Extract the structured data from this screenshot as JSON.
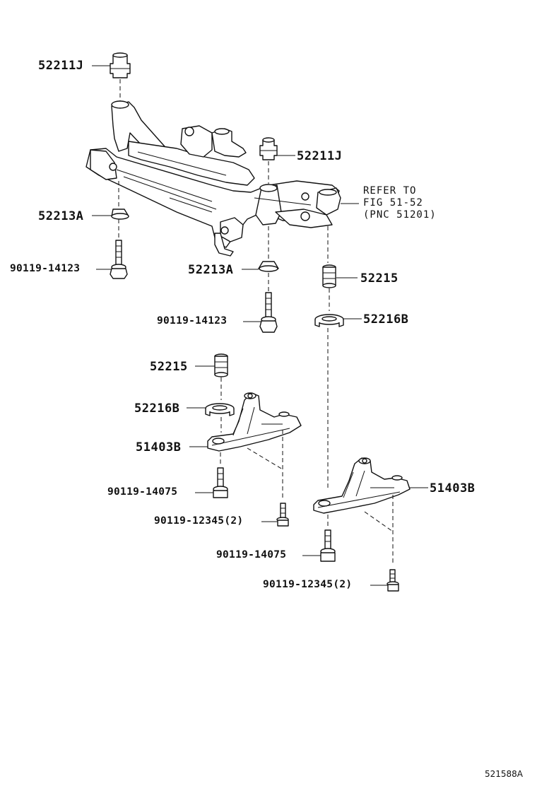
{
  "labels": {
    "bushing_top_left": "52211J",
    "bushing_top_mid": "52211J",
    "stopper_left": "52213A",
    "stopper_mid": "52213A",
    "bolt_left": "90119-14123",
    "bolt_mid": "90119-14123",
    "cushion_right": "52215",
    "retainer_right": "52216B",
    "cushion_left": "52215",
    "retainer_left": "52216B",
    "brace_left": "51403B",
    "brace_right": "51403B",
    "brace_bolt_left": "90119-14075",
    "brace_bolt_right": "90119-14075",
    "small_bolt_left": "90119-12345(2)",
    "small_bolt_right": "90119-12345(2)"
  },
  "reference": {
    "line1": "REFER TO",
    "line2": "FIG 51-52",
    "line3": "(PNC 51201)"
  },
  "diagram_code": "521588A"
}
